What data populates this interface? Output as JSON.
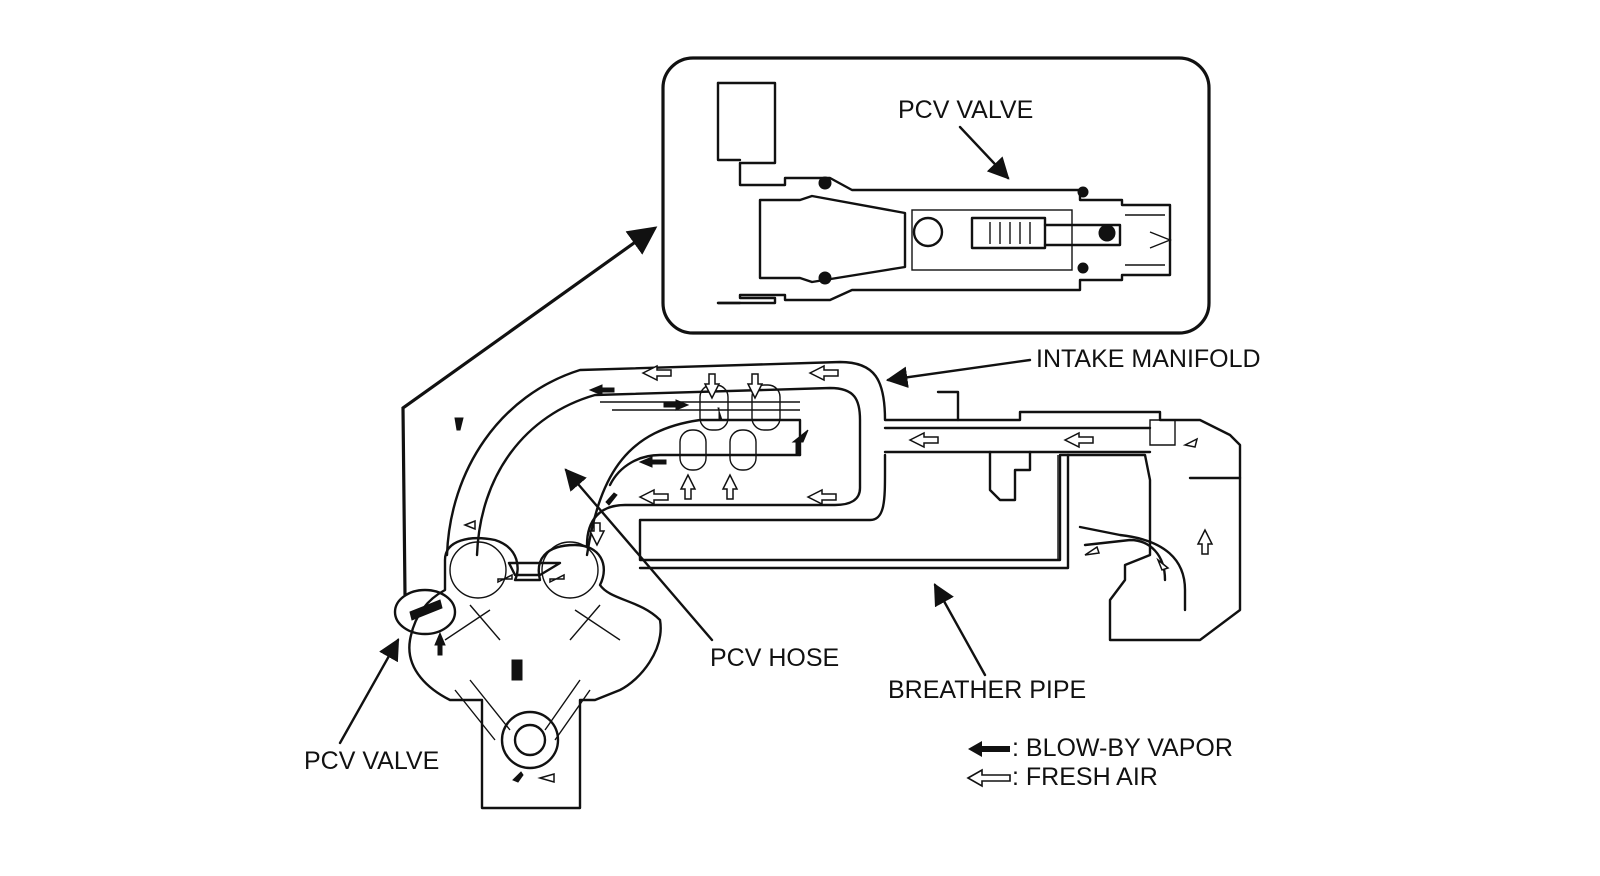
{
  "labels": {
    "inset_pcv_valve": "PCV VALVE",
    "intake_manifold": "INTAKE MANIFOLD",
    "pcv_hose": "PCV HOSE",
    "breather_pipe": "BREATHER PIPE",
    "pcv_valve": "PCV VALVE"
  },
  "legend": [
    {
      "label": ": BLOW-BY VAPOR",
      "arrow_style": "solid"
    },
    {
      "label": ": FRESH AIR",
      "arrow_style": "hollow"
    }
  ],
  "colors": {
    "ink": "#111111",
    "background": "#ffffff"
  }
}
